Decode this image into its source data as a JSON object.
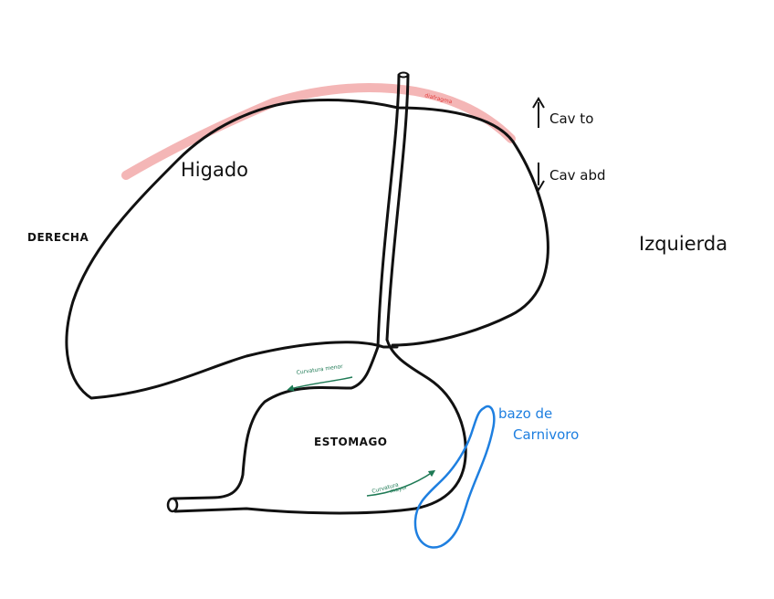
{
  "colors": {
    "outline": "#111111",
    "diaphragm": "#f4b6b6",
    "diaphragm_label": "#e23a3a",
    "curvature": "#1e7a55",
    "spleen": "#1e7fe0"
  },
  "labels": {
    "diaphragm": "diafragma",
    "cav_to": "Cav to",
    "cav_abd": "Cav abd",
    "liver": "Higado",
    "right": "DERECHA",
    "left": "Izquierda",
    "lesser_curvature": "Curvatura menor",
    "stomach": "ESTOMAGO",
    "greater_curvature_1": "Curvatura",
    "greater_curvature_2": "mayor",
    "spleen_1": "bazo de",
    "spleen_2": "Carnivoro"
  }
}
